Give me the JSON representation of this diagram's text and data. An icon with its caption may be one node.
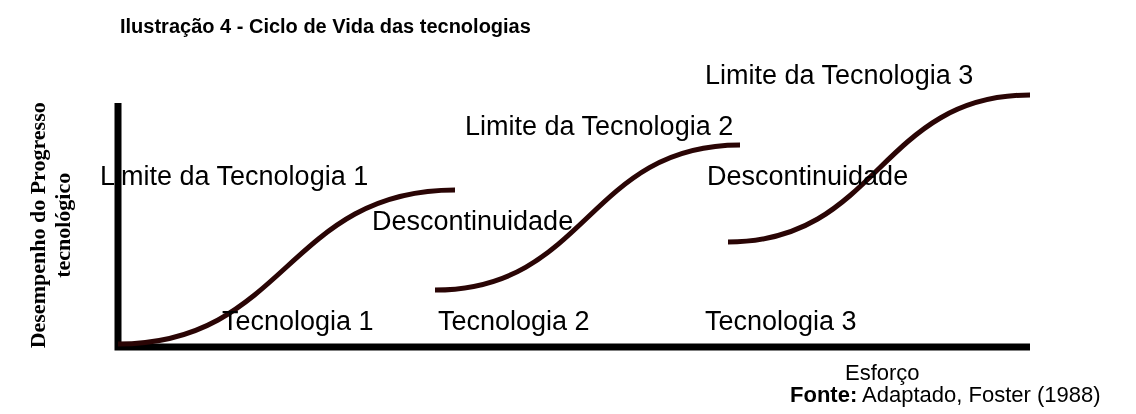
{
  "diagram": {
    "title": "Ilustração 4 - Ciclo de Vida das tecnologias",
    "caption": "**Fonte:** Adaptado, Foster (1988)",
    "labels": [
      "Desempenho do Progresso tecnológico",
      "Limite da Tecnologia 3",
      "Limite da Tecnologia 2",
      "Limite da Tecnologia 1",
      "Descontinuidade",
      "Descontinuidade",
      "Tecnologia 1",
      "Tecnologia 2",
      "Tecnologia 3",
      "Esforço"
    ]
  }
}
